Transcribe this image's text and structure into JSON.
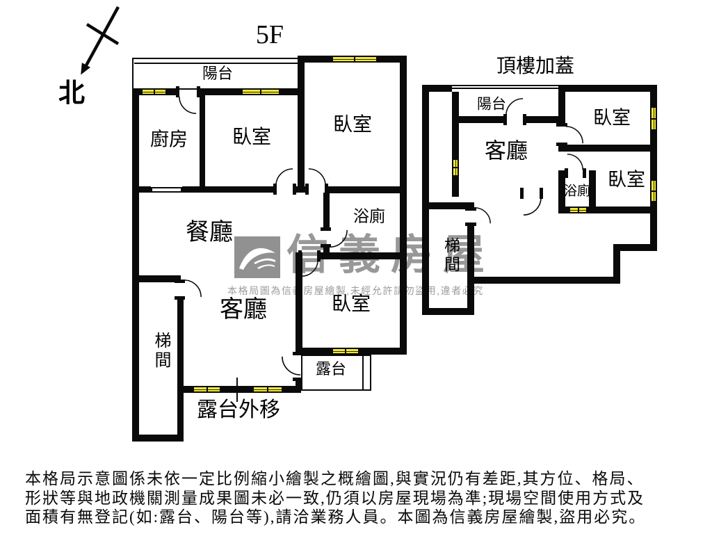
{
  "compass": {
    "north_label": "北"
  },
  "plans": {
    "floor5": {
      "title": "5F",
      "rooms": {
        "balcony": "陽台",
        "kitchen": "廚房",
        "bedroom_middle": "臥室",
        "bedroom_top_right": "臥室",
        "dining": "餐廳",
        "bathroom": "浴廁",
        "living": "客廳",
        "bedroom_bottom": "臥室",
        "stairwell": "梯間",
        "terrace": "露台",
        "terrace_shift_note": "露台外移"
      }
    },
    "rooftop": {
      "title": "頂樓加蓋",
      "rooms": {
        "balcony": "陽台",
        "living": "客廳",
        "bedroom_top": "臥室",
        "bedroom_right": "臥室",
        "bathroom": "浴廁",
        "stairwell": "梯間"
      }
    }
  },
  "watermark": {
    "brand": "信義房屋",
    "notice": "本格局圖為信義房屋繪製,未經允許請勿盜用,違者必究"
  },
  "disclaimer": {
    "line1": "本格局示意圖係未依一定比例縮小繪製之概繪圖,與實況仍有差距,其方位、格局、",
    "line2": "形狀等與地政機關測量成果圖未必一致,仍須以房屋現場為準;現場空間使用方式及",
    "line3": "面積有無登記(如:露台、陽台等),請洽業務人員。本圖為信義房屋繪製,盜用必究。"
  },
  "colors": {
    "wall": "#0a0a0a",
    "window_fill": "#f2e838",
    "watermark_gray": "#989898"
  }
}
